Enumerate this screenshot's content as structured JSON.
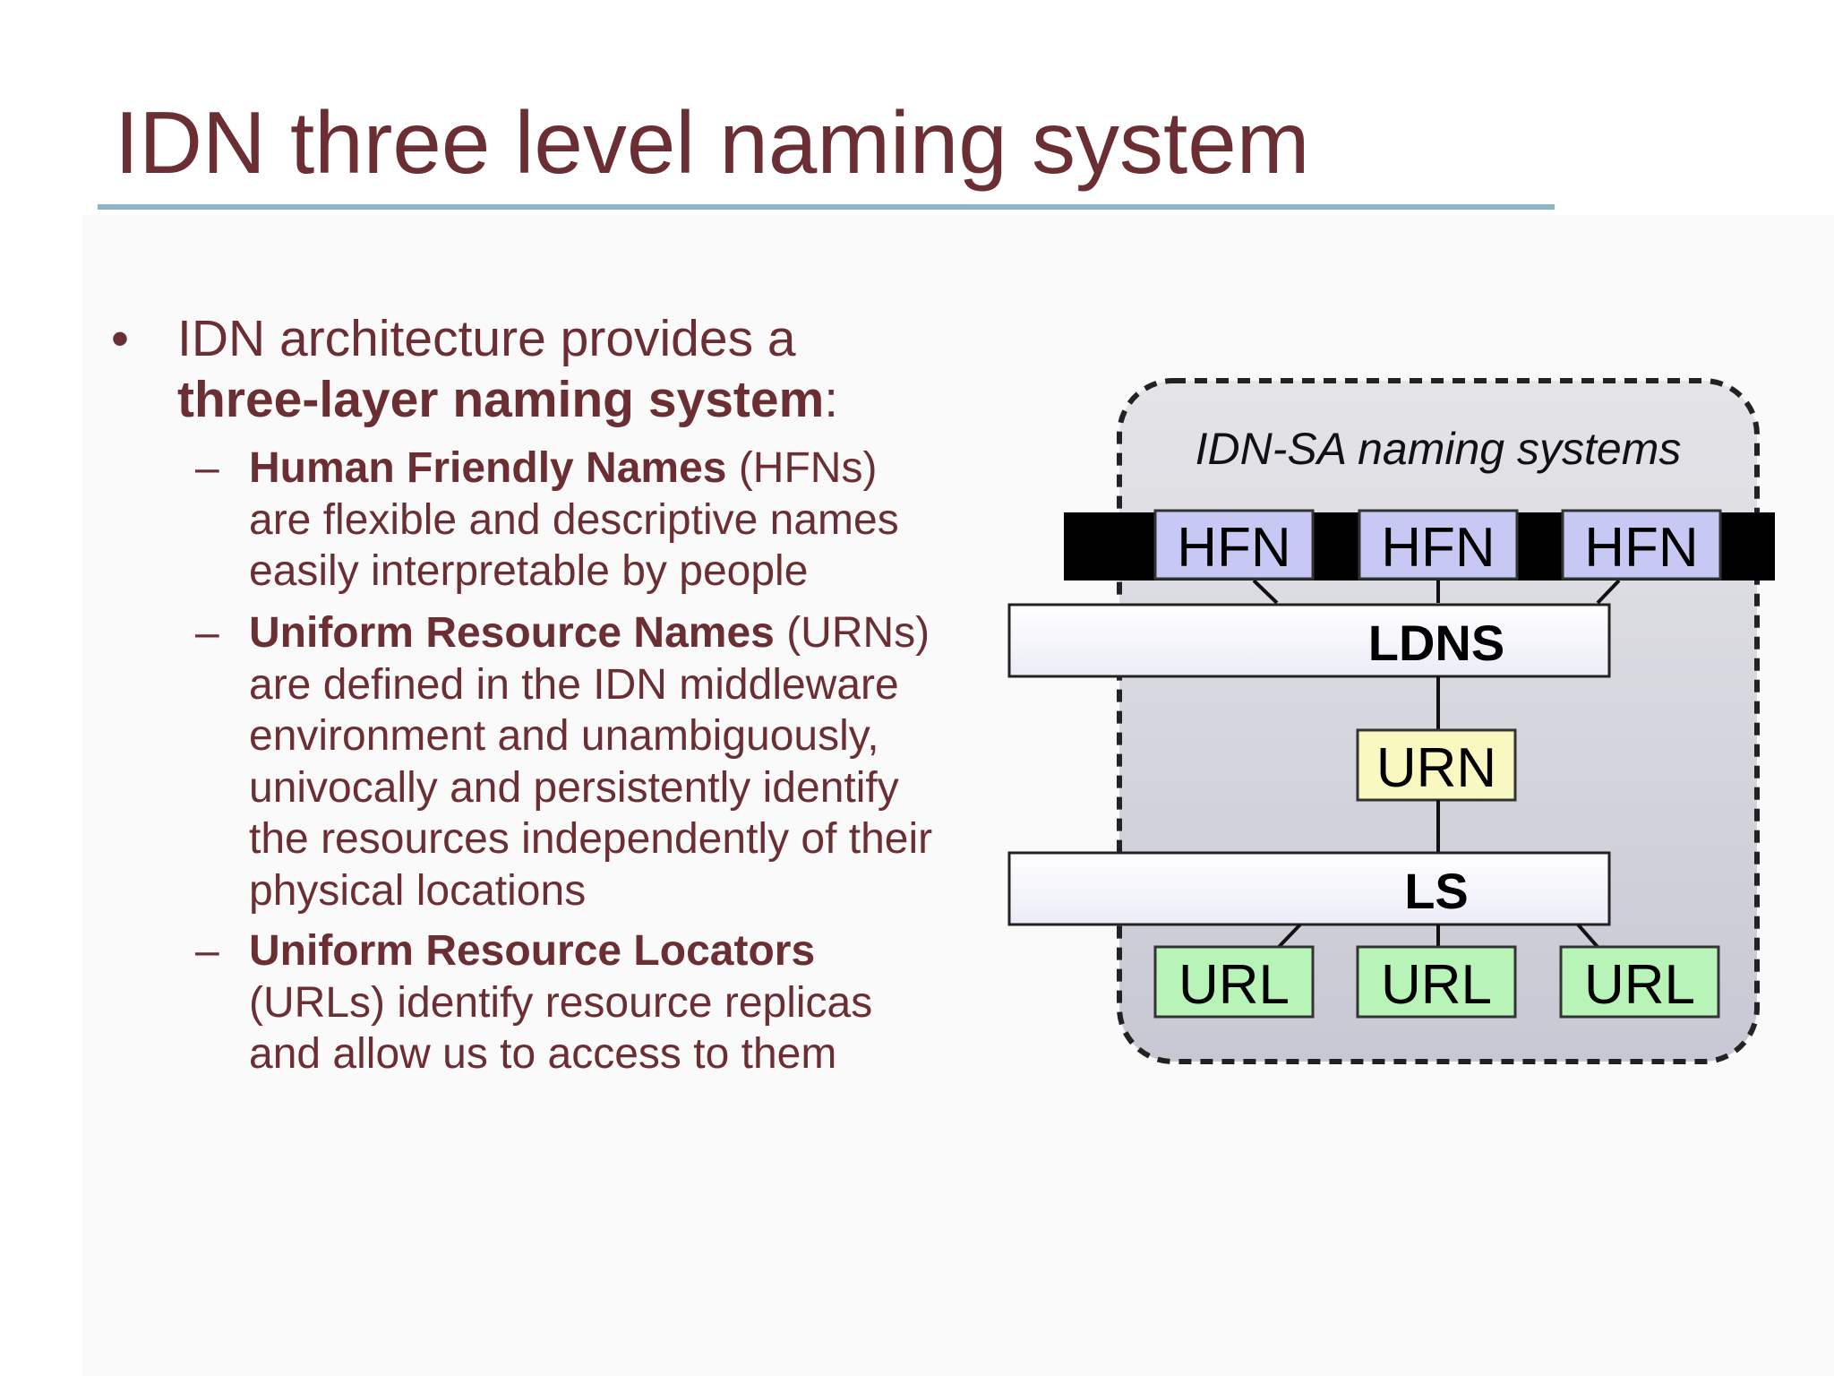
{
  "slide": {
    "title": "IDN three level naming system"
  },
  "bullets": {
    "main": {
      "marker": "•",
      "text_a": "IDN architecture provides a",
      "bold": "three-layer naming system",
      "text_b": ":"
    },
    "subitems": [
      {
        "marker": "–",
        "bold": "Human Friendly Names",
        "abbr": " (HFNs)",
        "lines": [
          "are flexible and descriptive names",
          "easily interpretable by people"
        ]
      },
      {
        "marker": "–",
        "bold": "Uniform Resource Names",
        "abbr": " (URNs)",
        "lines": [
          "are defined in the IDN middleware",
          "environment and unambiguously,",
          "univocally and persistently identify",
          "the resources independently of their",
          "physical locations"
        ]
      },
      {
        "marker": "–",
        "bold": "Uniform Resource Locators",
        "abbr": "",
        "lines": [
          "(URLs) identify resource replicas",
          "and allow us to access to them"
        ]
      }
    ]
  },
  "diagram": {
    "panel_title": "IDN-SA naming systems",
    "hfn_boxes": [
      "HFN",
      "HFN",
      "HFN"
    ],
    "ldns_label": "LDNS",
    "urn_label": "URN",
    "ls_label": "LS",
    "url_boxes": [
      "URL",
      "URL",
      "URL"
    ],
    "colors": {
      "hfn_fill": "#c8c8f4",
      "urn_fill": "#f8f8c0",
      "url_fill": "#b8f4b8",
      "panel_fill": "#d4d4dc",
      "band_fill": "#000000"
    }
  }
}
